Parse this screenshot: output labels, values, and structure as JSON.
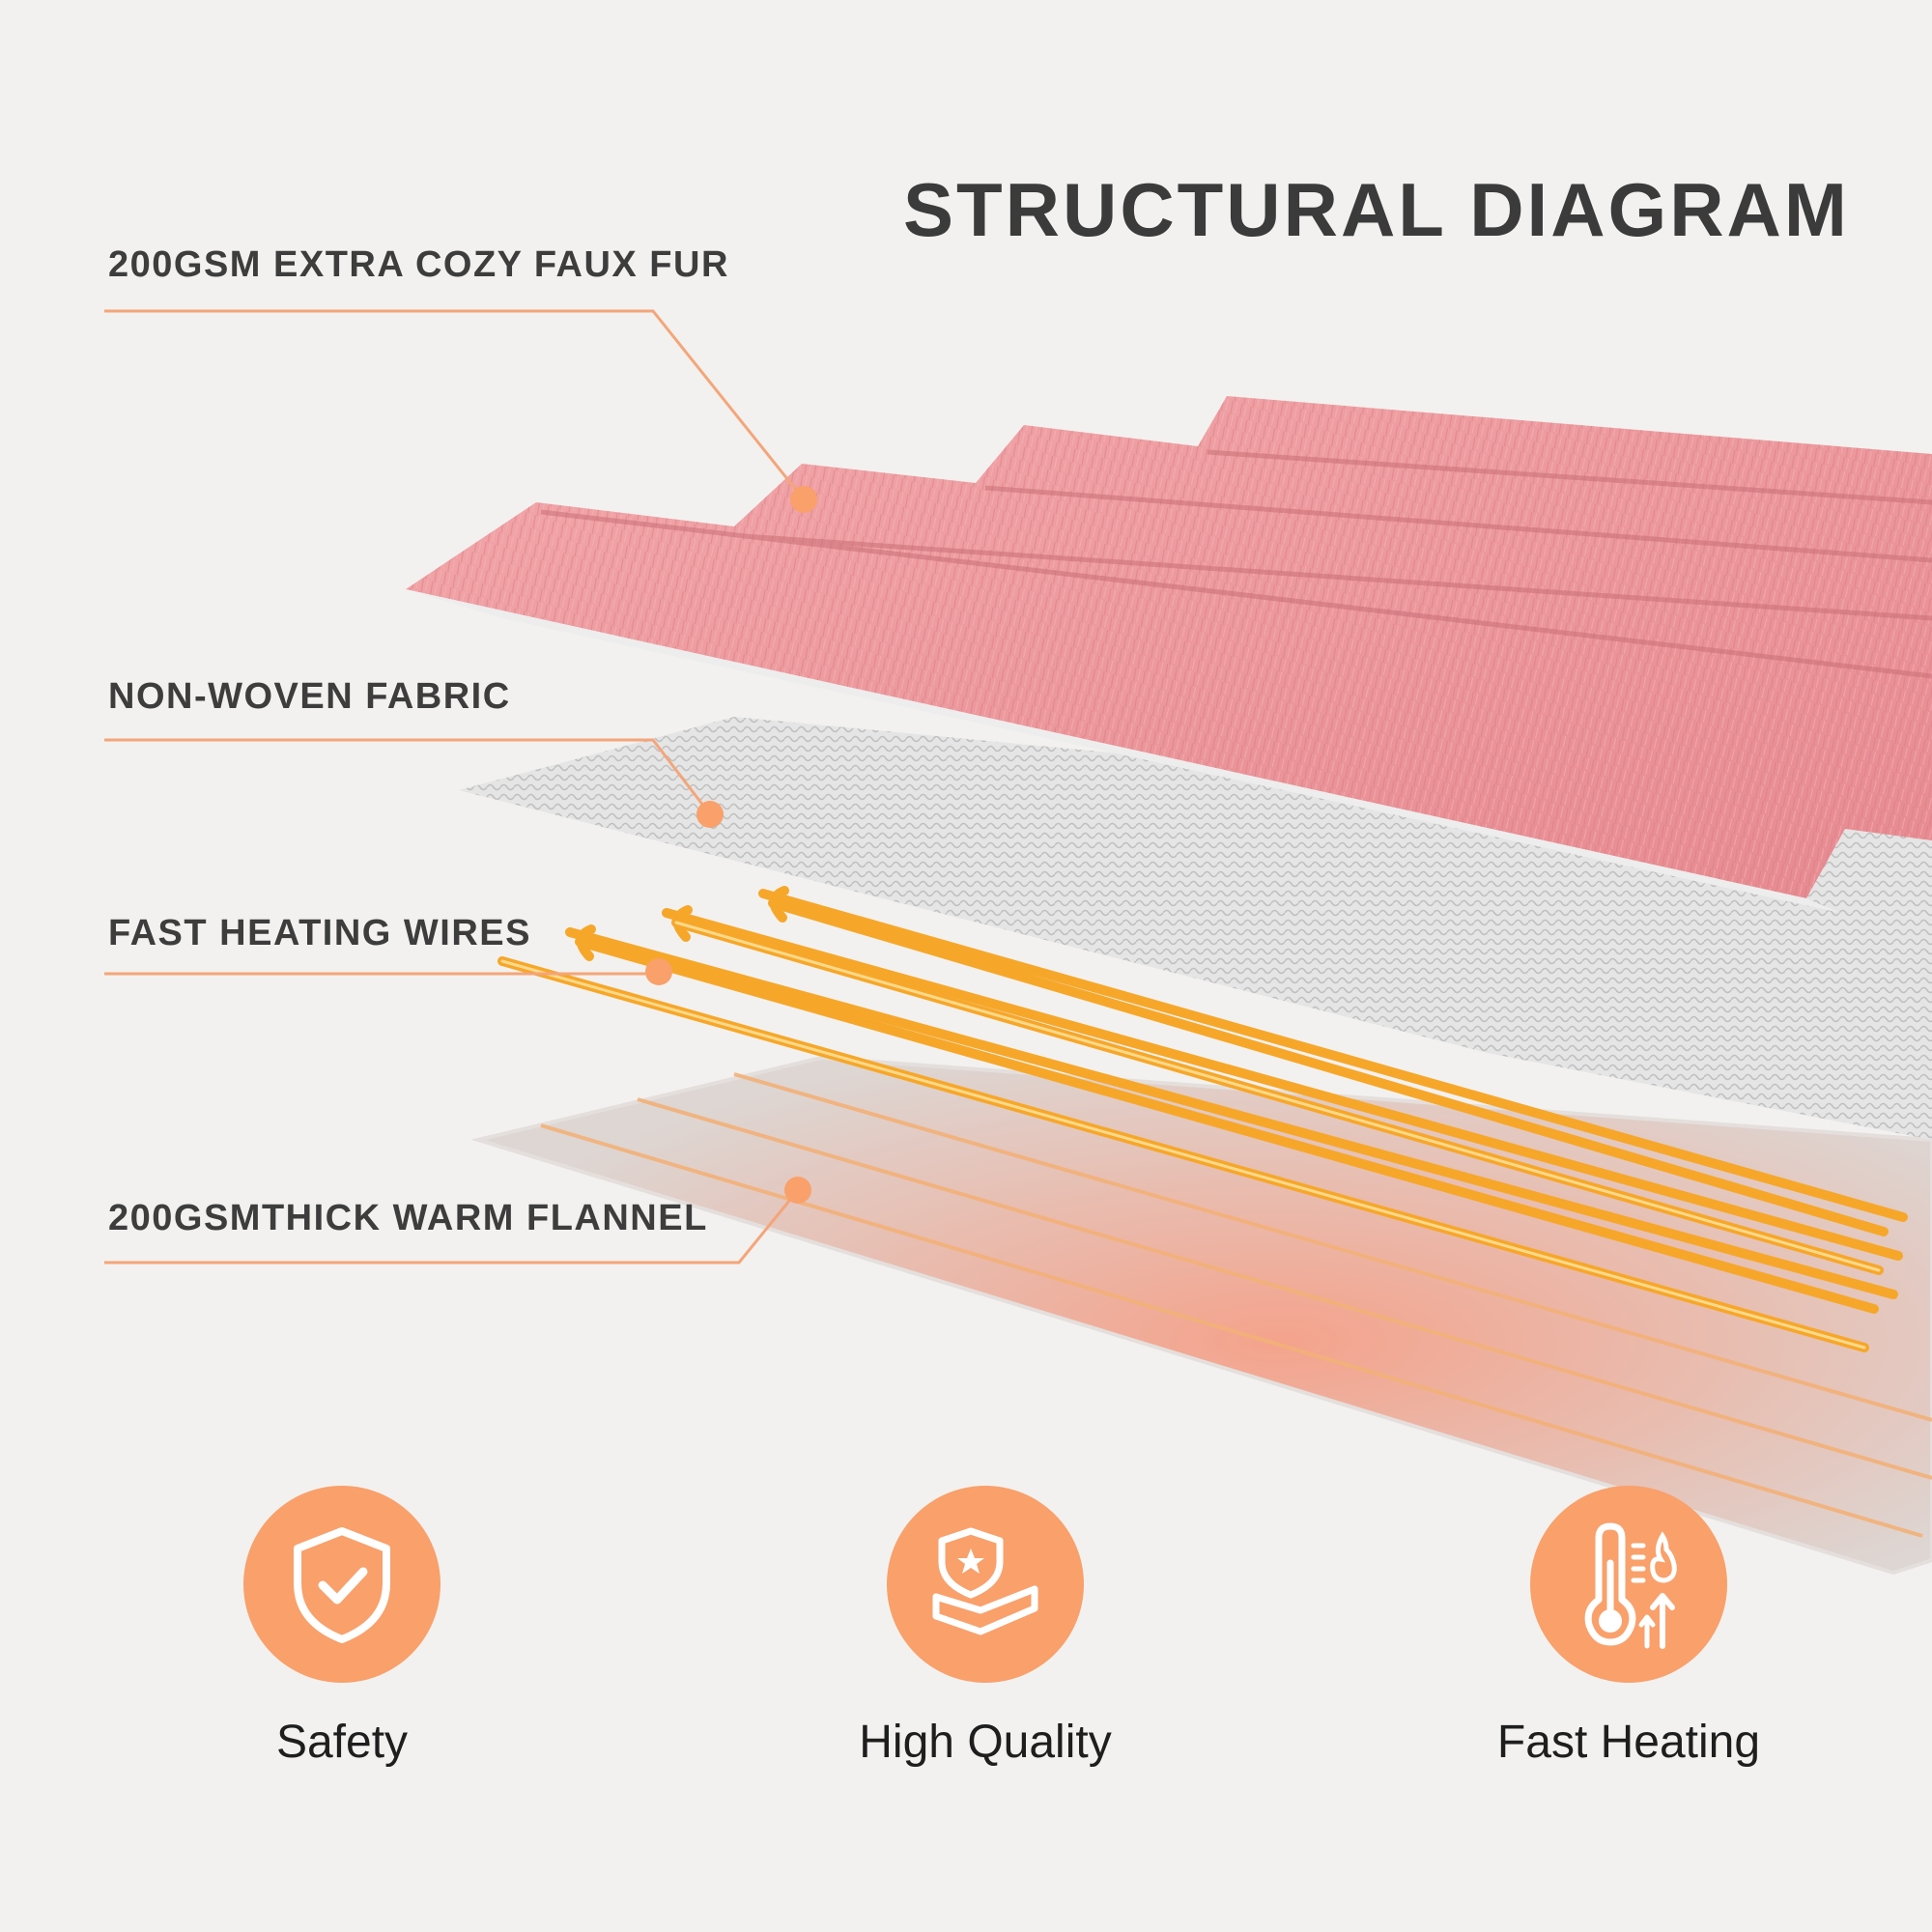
{
  "title": "STRUCTURAL DIAGRAM",
  "accent_color": "#f9a06b",
  "line_color": "#f4a57a",
  "layers": [
    {
      "label": "200GSM EXTRA COZY FAUX FUR",
      "color": "#e98f94"
    },
    {
      "label": "NON-WOVEN FABRIC",
      "color": "#cfcfcf"
    },
    {
      "label": "FAST HEATING WIRES",
      "color": "#f6a72a"
    },
    {
      "label": "200GSMTHICK WARM FLANNEL",
      "color": "#efc1b6"
    }
  ],
  "features": [
    {
      "label": "Safety",
      "icon": "shield-check-icon"
    },
    {
      "label": "High Quality",
      "icon": "quality-badge-icon"
    },
    {
      "label": "Fast Heating",
      "icon": "thermometer-heat-icon"
    }
  ]
}
